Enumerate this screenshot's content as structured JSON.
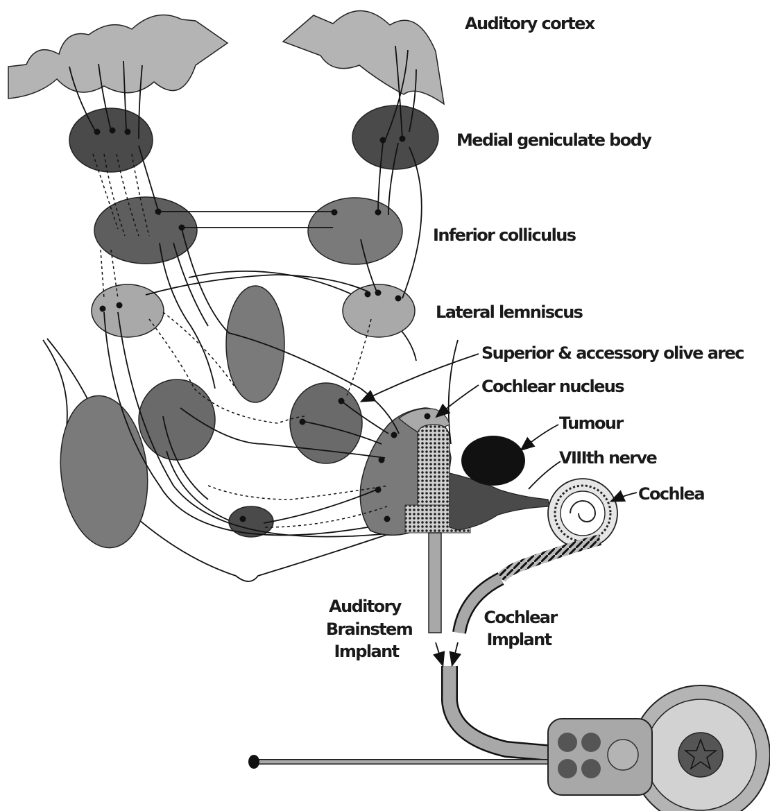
{
  "labels": {
    "auditory_cortex": "Auditory cortex",
    "medial_geniculate": "Medial geniculate body",
    "inferior_colliculus": "Inferior colliculus",
    "lateral_lemniscus": "Lateral lemniscus",
    "superior_olive": "Superior & accessory olive arec",
    "cochlear_nucleus": "Cochlear nucleus",
    "tumour": "Tumour",
    "eighth_nerve": "VIIIth nerve",
    "cochlea": "Cochlea",
    "abi_line1": "Auditory",
    "abi_line2": "Brainstem",
    "abi_line3": "Implant",
    "ci_line1": "Cochlear",
    "ci_line2": "Implant"
  },
  "colors": {
    "cortex": "#b4b4b4",
    "dark_nucleus": "#4a4a4a",
    "mid_nucleus": "#7a7a7a",
    "light_nucleus": "#a9a9a9",
    "tumour": "#111111",
    "implant": "#a8a8a8",
    "line": "#111111"
  }
}
